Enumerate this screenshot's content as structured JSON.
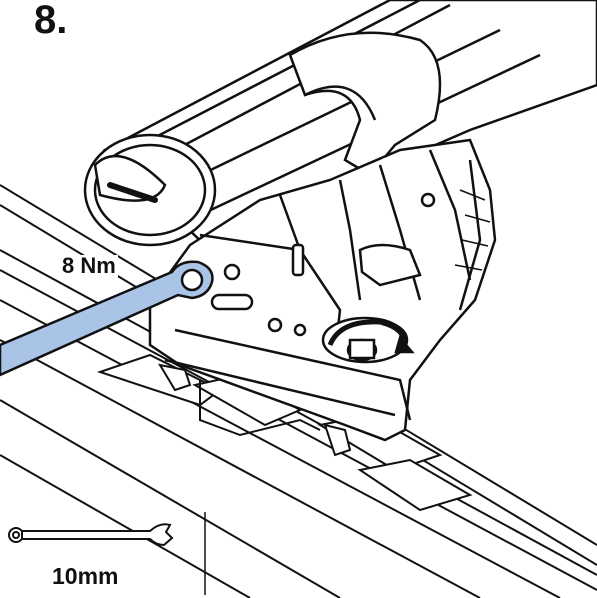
{
  "step": {
    "number": "8."
  },
  "torque": {
    "label": "8 Nm"
  },
  "tool": {
    "size_label": "10mm",
    "icon": "wrench-icon"
  },
  "colors": {
    "wrench_fill": "#a9c4e6",
    "outline": "#111111",
    "background": "#ffffff"
  }
}
